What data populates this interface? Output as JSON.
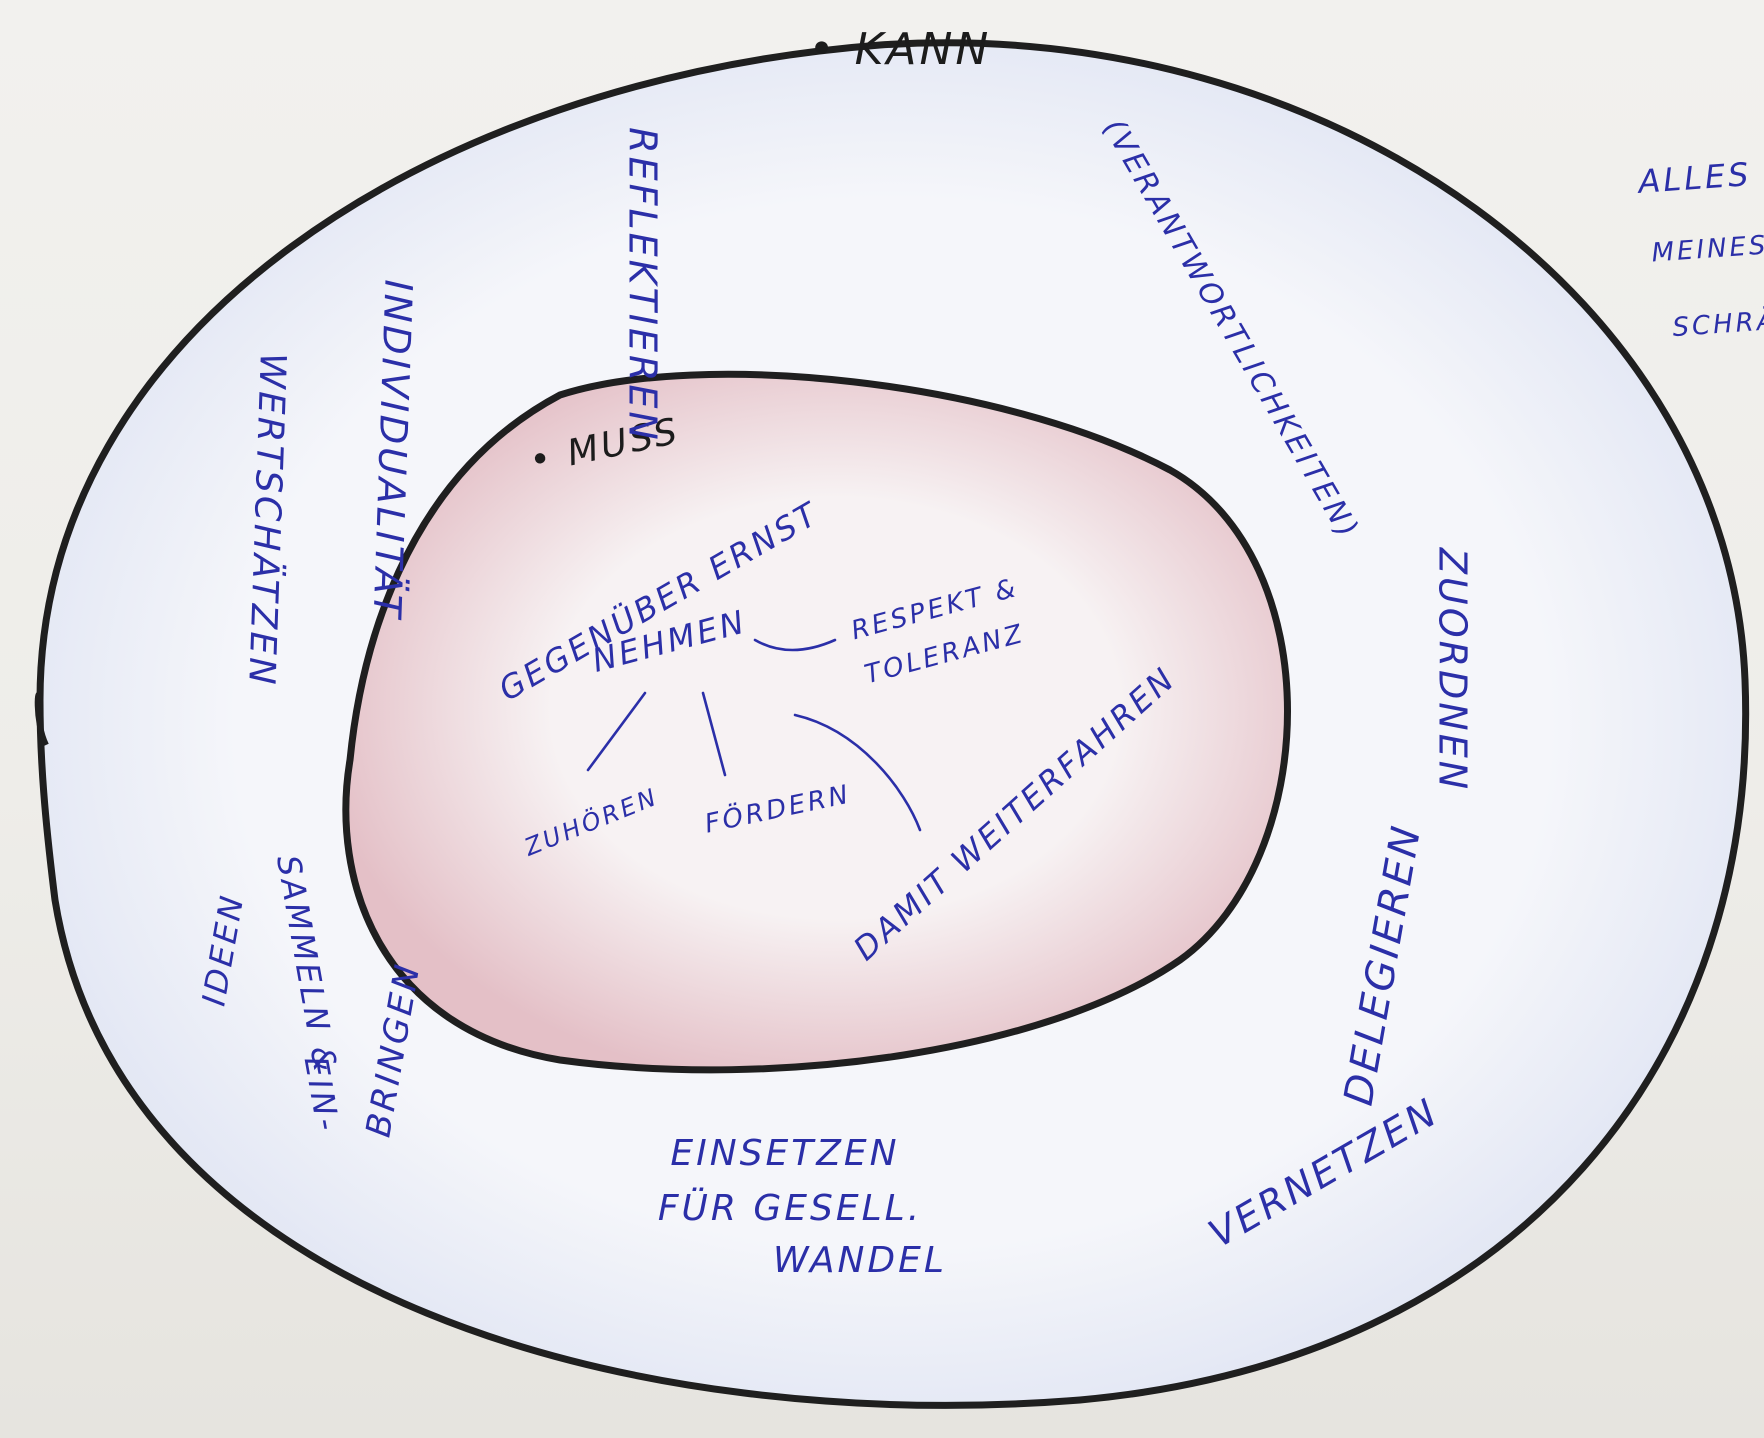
{
  "colors": {
    "paper": "#f2f1ee",
    "outer_fill": "#f4f5fa",
    "inner_fill": "#f6eef0",
    "marker_black": "#1f1f1f",
    "pen_blue": "#2b2fa8",
    "pencil_blue": "#a9b5de",
    "pencil_red": "#d8a3ad"
  },
  "outer_ring": {
    "label": "• KANN",
    "items": {
      "reflektieren": "REFLEKTIEREN",
      "individualitaet": "INDIVIDUALITÄT",
      "wertschaetzen": "WERTSCHÄTZEN",
      "verantwortlichkeiten": "(VERANTWORTLICHKEITEN)",
      "zuordnen": "ZUORDNEN",
      "delegieren": "DELEGIEREN",
      "vernetzen": "VERNETZEN",
      "einsetzen_1": "EINSETZEN",
      "einsetzen_2": "FÜR GESELL.",
      "einsetzen_3": "WANDEL",
      "ideen_1": "IDEEN",
      "ideen_2": "SAMMELN &",
      "einbringen_1": "EIN-",
      "einbringen_2": "BRINGEN"
    }
  },
  "inner_ring": {
    "label": "• MUSS",
    "center_line1": "GEGENÜBER ERNST",
    "center_line2": "NEHMEN",
    "respekt_1": "RESPEKT &",
    "respekt_2": "TOLERANZ",
    "zuhoeren": "ZUHÖREN",
    "foerdern": "FÖRDERN",
    "weiterfahren": "DAMIT WEITERFAHREN"
  },
  "side_note": {
    "line1": "ALLES",
    "line2": "MEINES",
    "line3": "SCHRÄ"
  }
}
